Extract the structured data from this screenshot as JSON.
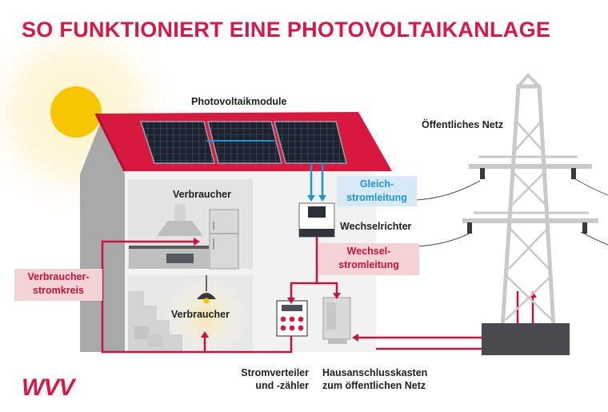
{
  "title": "SO FUNKTIONIERT EINE PHOTOVOLTAIKANLAGE",
  "labels": {
    "pv_modules": "Photovoltaikmodule",
    "public_grid": "Öffentliches Netz",
    "consumer_top": "Verbraucher",
    "consumer_bottom": "Verbraucher",
    "dc_line_1": "Gleich-",
    "dc_line_2": "stromleitung",
    "inverter": "Wechselrichter",
    "ac_line_1": "Wechsel-",
    "ac_line_2": "stromleitung",
    "consumer_circuit_1": "Verbraucher-",
    "consumer_circuit_2": "stromkreis",
    "distributor_1": "Stromverteiler",
    "distributor_2": "und -zähler",
    "connection_box_1": "Hausanschlusskasten",
    "connection_box_2": "zum öffentlichen Netz"
  },
  "logo": "WVV",
  "colors": {
    "accent_red": "#d6184b",
    "roof_red": "#d7193f",
    "dc_blue": "#1e95d3",
    "label_pink_bg": "#f5d2d5",
    "label_blue_bg": "#d7e9f6",
    "sun_yellow": "#f7c600"
  },
  "icons": [
    "sun-icon",
    "solar-panel-icon",
    "inverter-icon",
    "fuse-box-icon",
    "connection-box-icon",
    "power-pylon-icon",
    "refrigerator-icon",
    "range-hood-icon",
    "stove-icon",
    "lamp-icon",
    "stairs-icon"
  ]
}
